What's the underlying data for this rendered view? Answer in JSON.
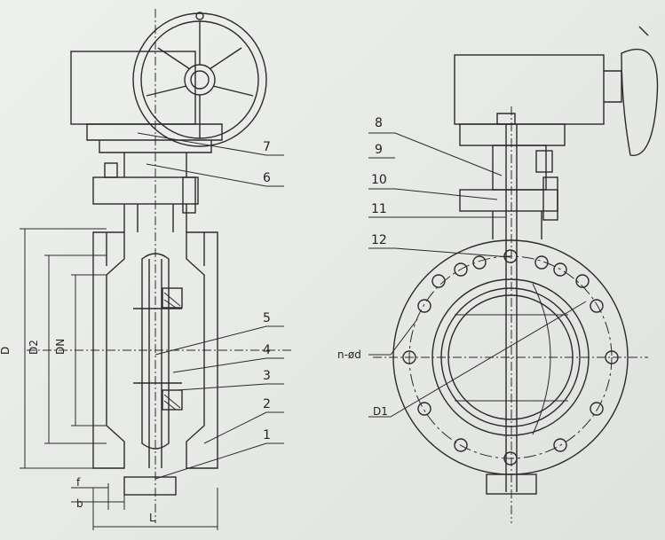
{
  "side_view": {
    "dimensions": {
      "D": "D",
      "D2": "D2",
      "DN": "DN",
      "f": "f",
      "b": "b",
      "L": "L"
    },
    "callouts": [
      "7",
      "6",
      "5",
      "4",
      "3",
      "2",
      "1"
    ]
  },
  "front_view": {
    "callouts": [
      "8",
      "9",
      "10",
      "11",
      "12"
    ],
    "dimensions": {
      "bolt_holes": "n-ød",
      "flange_circle": "D1"
    }
  },
  "colors": {
    "line": "#2a2a2a",
    "paper": "#e9ebe8"
  }
}
